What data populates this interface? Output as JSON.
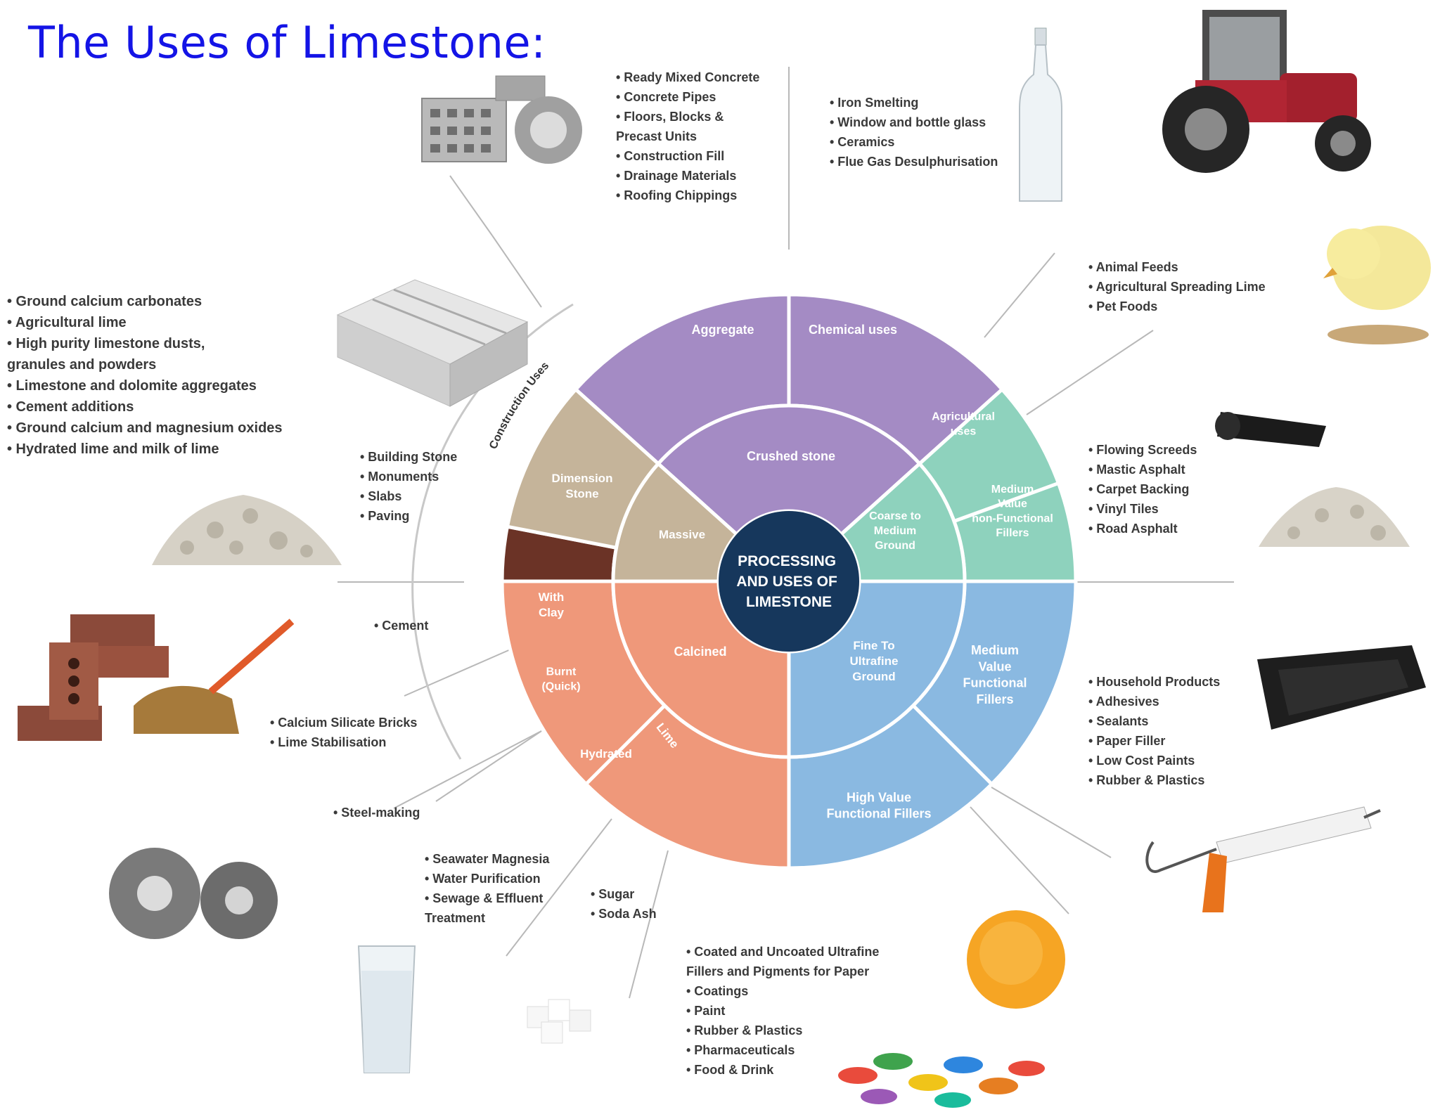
{
  "title": "The Uses of Limestone:",
  "center": [
    "PROCESSING",
    "AND USES OF",
    "LIMESTONE"
  ],
  "inner_ring": {
    "crushed_stone": "Crushed stone",
    "massive": "Massive",
    "coarse": [
      "Coarse to",
      "Medium",
      "Ground"
    ],
    "fine": [
      "Fine To",
      "Ultrafine",
      "Ground"
    ],
    "calcined": "Calcined"
  },
  "outer_ring": {
    "aggregate": "Aggregate",
    "chemical": "Chemical uses",
    "dimension": [
      "Dimension",
      "Stone"
    ],
    "agricultural": [
      "Agricultural",
      "uses"
    ],
    "mv_nonfunctional": [
      "Medium",
      "Value",
      "non-Functional",
      "Fillers"
    ],
    "mv_functional": [
      "Medium",
      "Value",
      "Functional",
      "Fillers"
    ],
    "hv_functional": [
      "High Value",
      "Functional Fillers"
    ],
    "with_clay": [
      "With",
      "Clay"
    ],
    "burnt": [
      "Burnt",
      "(Quick)"
    ],
    "hydrated": "Hydrated",
    "lime": "Lime"
  },
  "construction_uses": "Construction Uses",
  "lists": {
    "aggregate_uses": [
      "• Ready Mixed Concrete",
      "• Concrete Pipes",
      "• Floors, Blocks &",
      "  Precast Units",
      "• Construction Fill",
      "• Drainage Materials",
      "• Roofing Chippings"
    ],
    "chemical_uses": [
      "• Iron Smelting",
      "• Window and bottle glass",
      "• Ceramics",
      "• Flue Gas Desulphurisation"
    ],
    "ground_products": [
      "• Ground calcium carbonates",
      "• Agricultural lime",
      "• High purity limestone dusts,",
      "  granules and powders",
      "• Limestone and dolomite aggregates",
      "• Cement additions",
      "• Ground calcium and magnesium oxides",
      "• Hydrated lime and milk of lime"
    ],
    "dimension_uses": [
      "• Building Stone",
      "• Monuments",
      "• Slabs",
      "• Paving"
    ],
    "agri_uses": [
      "• Animal Feeds",
      "• Agricultural Spreading Lime",
      "• Pet Foods"
    ],
    "nonfunctional_uses": [
      "• Flowing Screeds",
      "• Mastic Asphalt",
      "• Carpet Backing",
      "• Vinyl Tiles",
      "• Road Asphalt"
    ],
    "cement": [
      "• Cement"
    ],
    "bricks": [
      "• Calcium Silicate Bricks",
      "• Lime Stabilisation"
    ],
    "steel": [
      "• Steel-making"
    ],
    "functional_uses": [
      "• Household Products",
      "• Adhesives",
      "• Sealants",
      "• Paper Filler",
      "• Low Cost Paints",
      "• Rubber & Plastics"
    ],
    "water_uses": [
      "• Seawater Magnesia",
      "• Water Purification",
      "• Sewage & Effluent",
      "  Treatment"
    ],
    "sugar_uses": [
      "• Sugar",
      "• Soda Ash"
    ],
    "hv_uses": [
      "• Coated and Uncoated Ultrafine",
      "  Fillers and Pigments for Paper",
      "• Coatings",
      "• Paint",
      "• Rubber & Plastics",
      "• Pharmaceuticals",
      "• Food & Drink"
    ]
  },
  "colors": {
    "purple": "#a48bc4",
    "tan": "#c5b49a",
    "teal": "#8ed2bd",
    "blue": "#8ab9e1",
    "salmon": "#ef987a",
    "clay": "#6b3326",
    "navy": "#16375c",
    "title": "#1414e6"
  },
  "icons": [
    "concrete-blocks-icon",
    "glass-bottle-icon",
    "tractor-icon",
    "chick-icon",
    "stone-blocks-icon",
    "gravel-icon",
    "rubber-roll-icon",
    "bricks-icon",
    "car-mats-icon",
    "steel-coils-icon",
    "caulk-gun-icon",
    "water-glass-icon",
    "sugar-cubes-icon",
    "yellow-powder-icon",
    "pills-icon"
  ]
}
